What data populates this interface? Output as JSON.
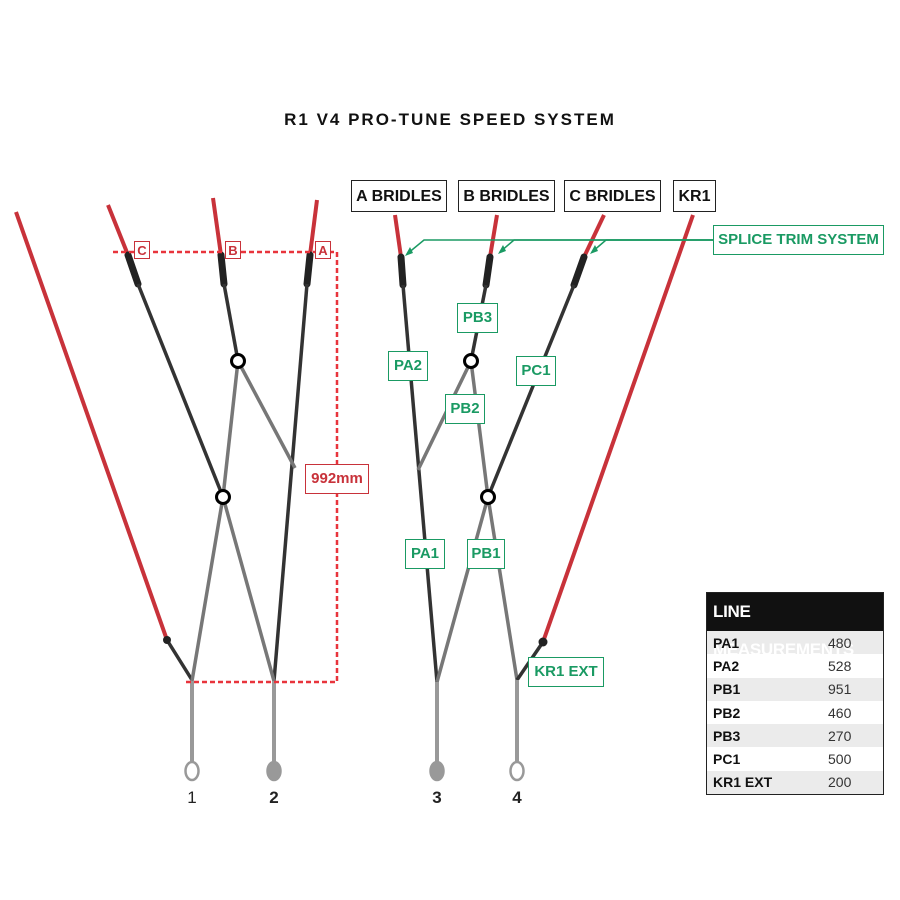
{
  "title": "R1 V4 PRO-TUNE SPEED SYSTEM",
  "bridle_headers": [
    "A BRIDLES",
    "B BRIDLES",
    "C BRIDLES",
    "KR1"
  ],
  "splice_label": "SPLICE TRIM SYSTEM",
  "left_markers": [
    "C",
    "B",
    "A"
  ],
  "measurement_label": "992mm",
  "segment_labels": [
    "PA2",
    "PB3",
    "PB2",
    "PC1",
    "PA1",
    "PB1",
    "KR1 EXT"
  ],
  "line_numbers": [
    "1",
    "2",
    "3",
    "4"
  ],
  "colors": {
    "bridle_red": "#c8323a",
    "line_dark": "#333333",
    "line_grey": "#777777",
    "label_green": "#1a9a63",
    "loop_grey": "#999999"
  },
  "table": {
    "header": "LINE MEASUREMENTS",
    "rows": [
      {
        "name": "PA1",
        "value": "480"
      },
      {
        "name": "PA2",
        "value": "528"
      },
      {
        "name": "PB1",
        "value": "951"
      },
      {
        "name": "PB2",
        "value": "460"
      },
      {
        "name": "PB3",
        "value": "270"
      },
      {
        "name": "PC1",
        "value": "500"
      },
      {
        "name": "KR1 EXT",
        "value": "200"
      }
    ]
  }
}
